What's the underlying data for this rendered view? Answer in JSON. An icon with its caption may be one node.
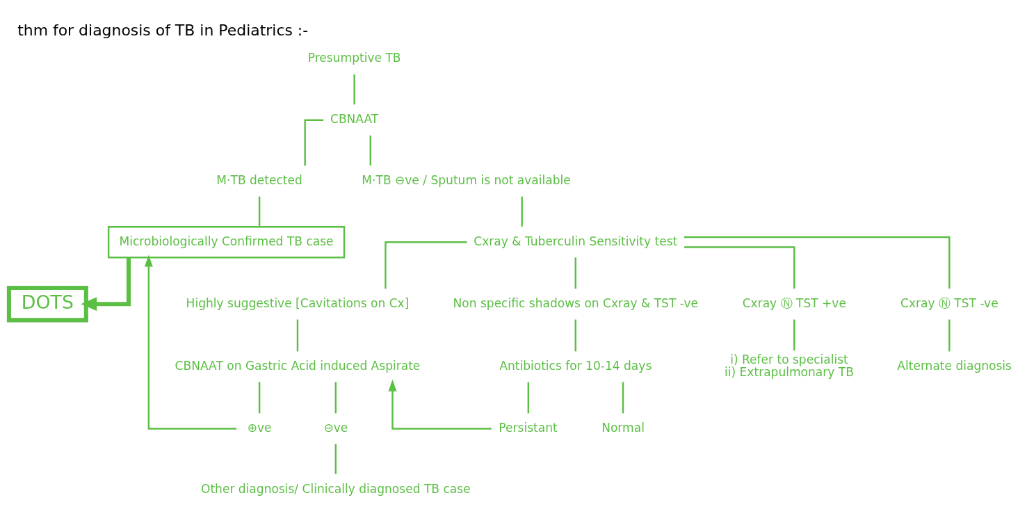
{
  "diagram": {
    "title": "thm for diagnosis of TB in Pediatrics :-",
    "nodes": [
      {
        "text": [
          "Presumptive TB"
        ]
      },
      {
        "text": [
          "CBNAAT"
        ]
      },
      {
        "text": [
          "M·TB detected"
        ]
      },
      {
        "text": [
          "M·TB ⊖ve / Sputum is not available"
        ]
      },
      {
        "text": [
          "Microbiologically Confirmed TB case"
        ]
      },
      {
        "text": [
          "DOTS"
        ]
      },
      {
        "text": [
          "Cxray & Tuberculin Sensitivity test"
        ]
      },
      {
        "text": [
          "Highly suggestive [Cavitations on Cx]"
        ]
      },
      {
        "text": [
          "Non specific shadows on Cxray & TST -ve"
        ]
      },
      {
        "text": [
          "Cxray Ⓝ TST +ve"
        ]
      },
      {
        "text": [
          "Cxray Ⓝ TST -ve"
        ]
      },
      {
        "text": [
          "CBNAAT on Gastric Acid induced Aspirate"
        ]
      },
      {
        "text": [
          "Antibiotics for 10-14 days"
        ]
      },
      {
        "text": [
          "i) Refer to specialist",
          "ii) Extrapulmonary TB"
        ]
      },
      {
        "text": [
          "Alternate diagnosis"
        ]
      },
      {
        "text": [
          "⊕ve"
        ]
      },
      {
        "text": [
          "⊖ve"
        ]
      },
      {
        "text": [
          "Persistant"
        ]
      },
      {
        "text": [
          "Normal"
        ]
      },
      {
        "text": [
          "Other diagnosis/ Clinically diagnosed TB case"
        ]
      }
    ],
    "edges": [
      {
        "from": 0,
        "to": 1,
        "arrow": "none"
      },
      {
        "from": 1,
        "to": 2,
        "arrow": "none"
      },
      {
        "from": 1,
        "to": 3,
        "arrow": "none"
      },
      {
        "from": 2,
        "to": 4,
        "arrow": "none"
      },
      {
        "from": 4,
        "to": 5,
        "arrow": "to",
        "style": "thick"
      },
      {
        "from": 3,
        "to": 6,
        "arrow": "none"
      },
      {
        "from": 6,
        "to": 7,
        "arrow": "none"
      },
      {
        "from": 6,
        "to": 8,
        "arrow": "none"
      },
      {
        "from": 6,
        "to": 9,
        "arrow": "none"
      },
      {
        "from": 6,
        "to": 10,
        "arrow": "none"
      },
      {
        "from": 7,
        "to": 11,
        "arrow": "none"
      },
      {
        "from": 8,
        "to": 12,
        "arrow": "none"
      },
      {
        "from": 9,
        "to": 13,
        "arrow": "none"
      },
      {
        "from": 10,
        "to": 14,
        "arrow": "none"
      },
      {
        "from": 11,
        "to": 15,
        "arrow": "none"
      },
      {
        "from": 11,
        "to": 16,
        "arrow": "none"
      },
      {
        "from": 12,
        "to": 17,
        "arrow": "none"
      },
      {
        "from": 12,
        "to": 18,
        "arrow": "none"
      },
      {
        "from": 17,
        "to": 11,
        "arrow": "to"
      },
      {
        "from": 15,
        "to": 4,
        "arrow": "to"
      },
      {
        "from": 16,
        "to": 19,
        "arrow": "none"
      }
    ]
  }
}
